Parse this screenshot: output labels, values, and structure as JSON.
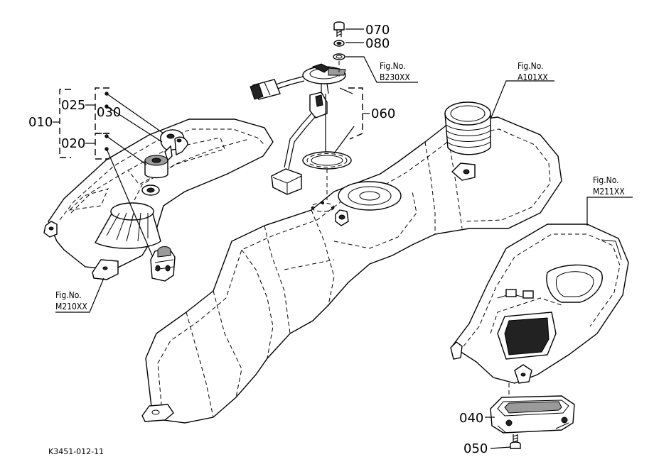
{
  "part_numbers": {
    "p010": "010",
    "p020": "020",
    "p025": "025",
    "p030": "030",
    "p040": "040",
    "p050": "050",
    "p060": "060",
    "p070": "070",
    "p080": "080"
  },
  "figure_refs": {
    "b230": {
      "line1": "Fig.No.",
      "line2": "B230XX"
    },
    "a101": {
      "line1": "Fig.No.",
      "line2": "A101XX"
    },
    "m211": {
      "line1": "Fig.No.",
      "line2": "M211XX"
    },
    "m210": {
      "line1": "Fig.No.",
      "line2": "M210XX"
    }
  },
  "drawing_code": "K3451-012-11"
}
